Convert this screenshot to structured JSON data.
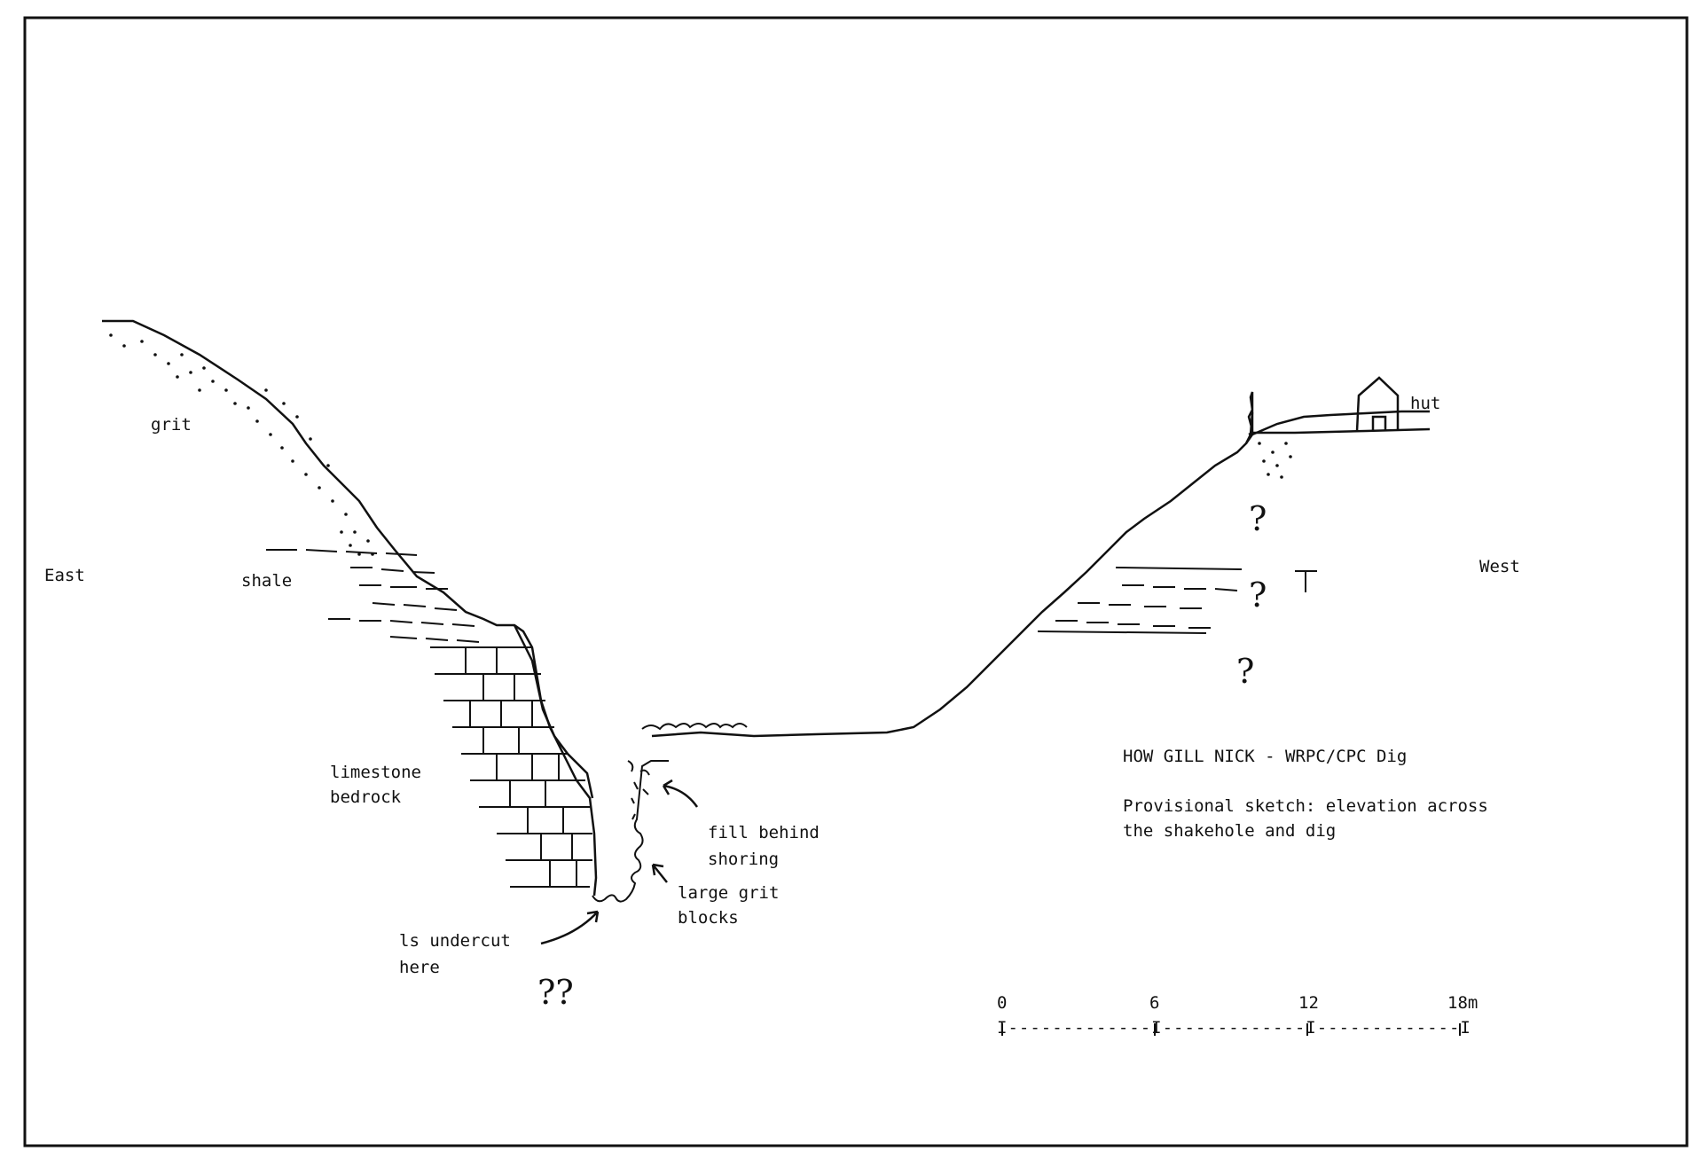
{
  "labels": {
    "east": "East",
    "west": "West",
    "grit": "grit",
    "shale": "shale",
    "limestone": "limestone",
    "bedrock": "bedrock",
    "hut": "hut",
    "fill_behind": "fill behind",
    "shoring": "shoring",
    "large_grit": "large grit",
    "blocks": "blocks",
    "ls_undercut": "ls undercut",
    "here": "here",
    "double_q": "??",
    "q1": "?",
    "q2": "?",
    "q3": "?"
  },
  "title_block": {
    "title": "HOW GILL NICK  -  WRPC/CPC Dig",
    "caption_line1": "Provisional sketch: elevation across",
    "caption_line2": "the shakehole and dig"
  },
  "scale_bar": {
    "unit": "m",
    "ticks": [
      "0",
      "6",
      "12",
      "18m"
    ],
    "bar_text": "I-------------I-------------I-------------I"
  }
}
